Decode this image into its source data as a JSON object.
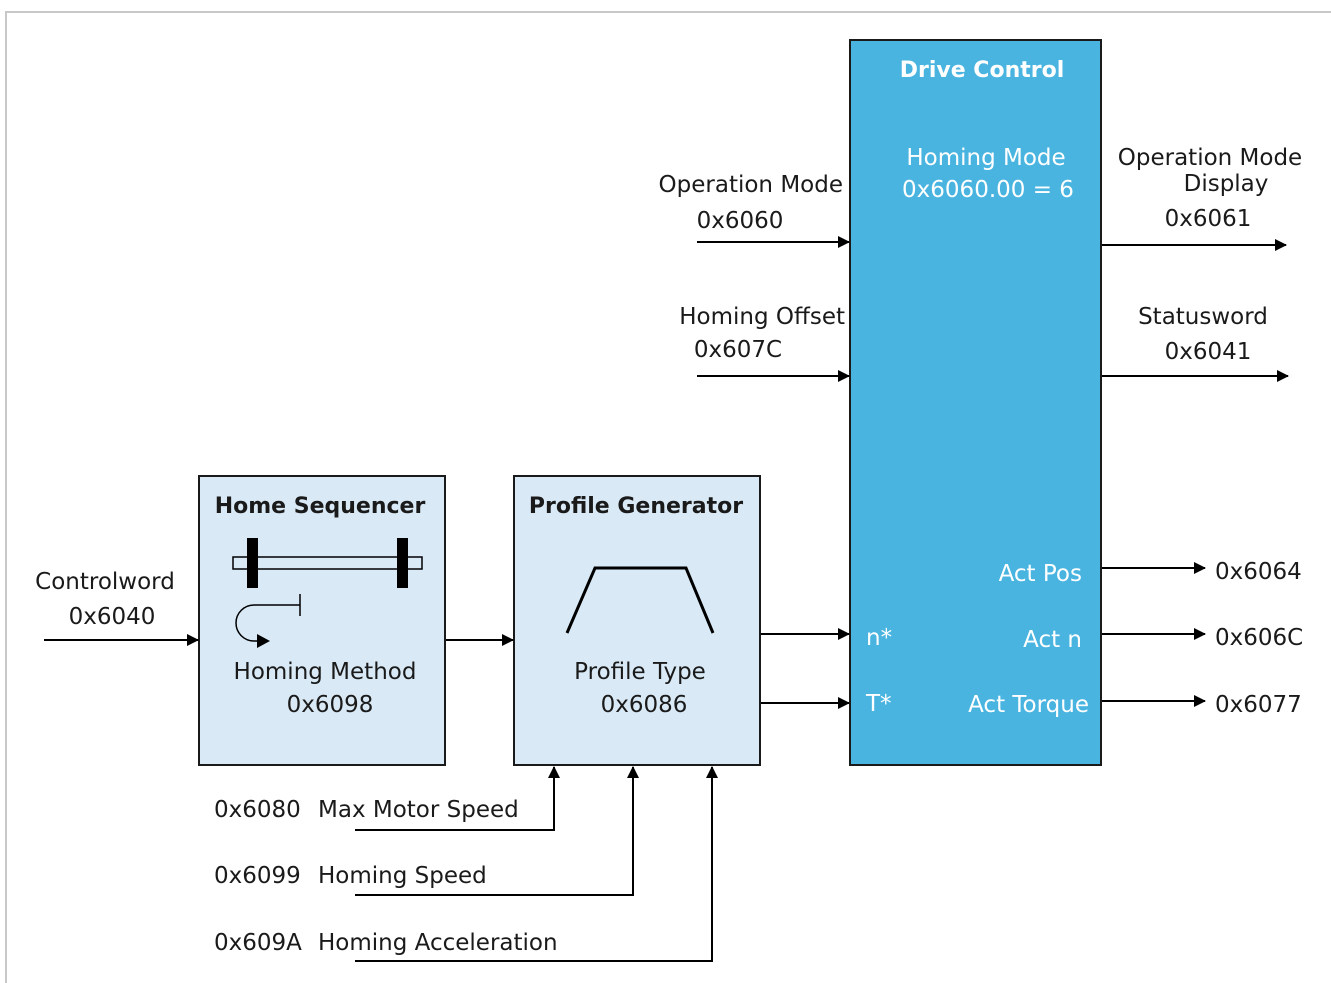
{
  "colors": {
    "frame": "#c8c8c8",
    "block_light": "#d9eaf6",
    "block_drive": "#49b4e0",
    "line": "#000000"
  },
  "icons": [
    "homing-axis-icon",
    "return-arrow-icon",
    "trapezoid-profile-icon"
  ],
  "inputs": {
    "controlword": {
      "name": "Controlword",
      "code": "0x6040"
    },
    "operation_mode": {
      "name": "Operation Mode",
      "code": "0x6060"
    },
    "homing_offset": {
      "name": "Homing Offset",
      "code": "0x607C"
    }
  },
  "home_sequencer": {
    "title": "Home Sequencer",
    "param": "Homing Method",
    "code": "0x6098"
  },
  "profile_generator": {
    "title": "Profile Generator",
    "param": "Profile Type",
    "code": "0x6086"
  },
  "profile_params": [
    {
      "code": "0x6080",
      "name": "Max Motor Speed"
    },
    {
      "code": "0x6099",
      "name": "Homing Speed"
    },
    {
      "code": "0x609A",
      "name": "Homing Acceleration"
    }
  ],
  "drive_control": {
    "title": "Drive Control",
    "mode_line1": "Homing Mode",
    "mode_line2": "0x6060.00 = 6",
    "in_speed": "n*",
    "in_torque": "T*",
    "act_pos": "Act Pos",
    "act_n": "Act n",
    "act_torque": "Act Torque"
  },
  "outputs": {
    "op_mode_display_line1": "Operation Mode",
    "op_mode_display_line2": "Display",
    "op_mode_display_code": "0x6061",
    "statusword": "Statusword",
    "statusword_code": "0x6041",
    "act_pos_code": "0x6064",
    "act_n_code": "0x606C",
    "act_torque_code": "0x6077"
  }
}
